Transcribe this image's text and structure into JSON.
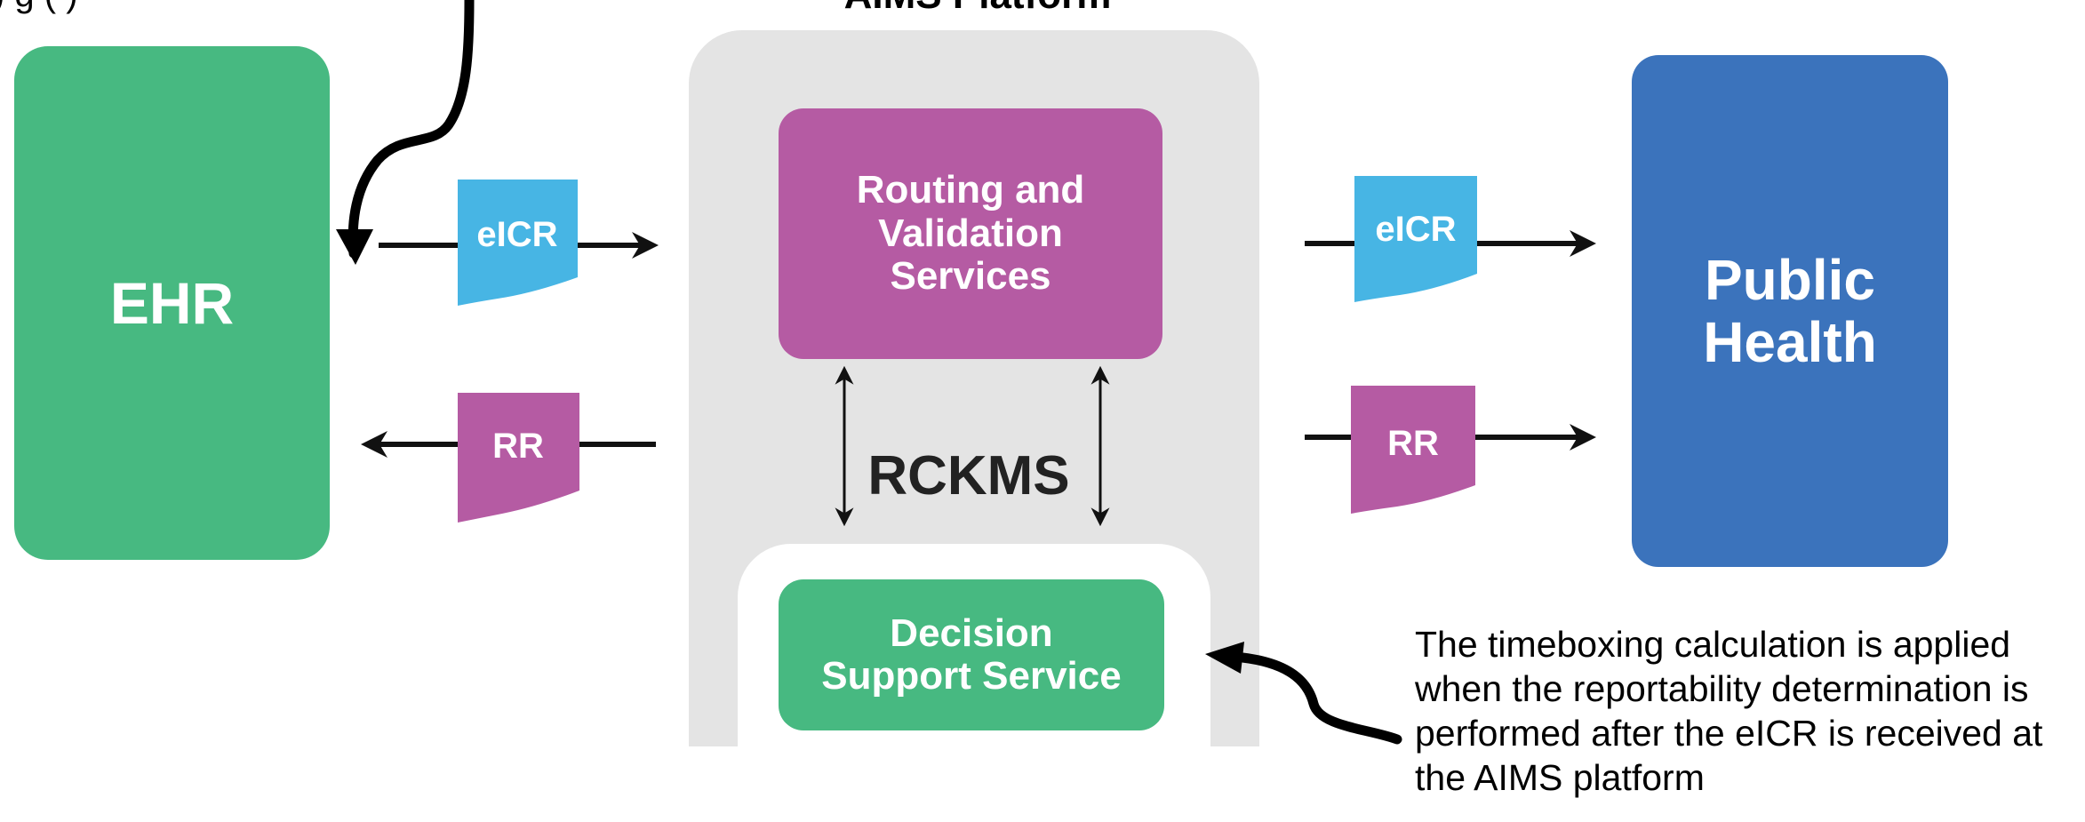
{
  "header": {
    "top_annotation": ")                            g          (   )",
    "platform_title": "AIMS Platform"
  },
  "nodes": {
    "ehr": "EHR",
    "public_health": "Public Health",
    "routing": "Routing and Validation Services",
    "rckms": "RCKMS",
    "decision_support": "Decision Support Service"
  },
  "documents": {
    "eicr_in": "eICR",
    "rr_out": "RR",
    "eicr_ph": "eICR",
    "rr_ph": "RR"
  },
  "annotation": "The timeboxing calculation is applied when the reportability determination is performed after the eICR is received at the AIMS platform",
  "colors": {
    "green": "#47b981",
    "blue": "#3b73bc",
    "magenta": "#b55ba3",
    "doc_blue": "#47b5e4",
    "doc_magenta": "#b55ba3",
    "platform_grey": "#e4e4e4"
  }
}
